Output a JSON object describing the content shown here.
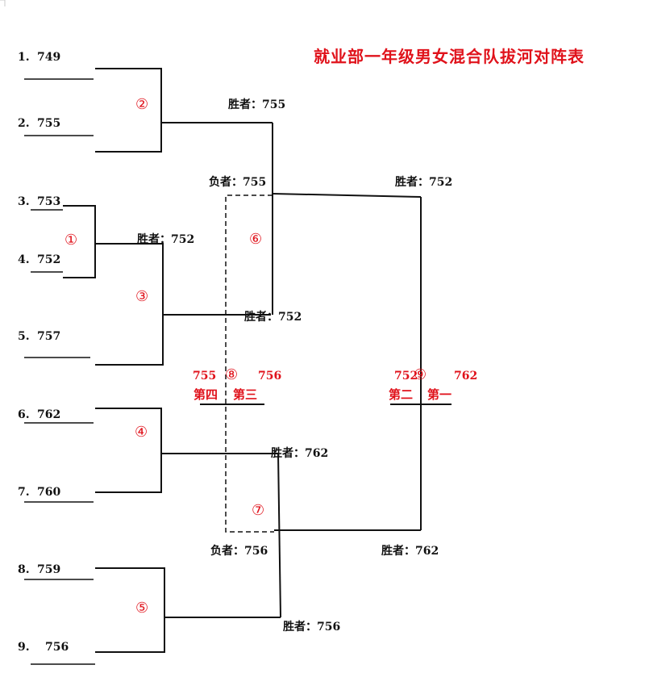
{
  "title": "就业部一年级男女混合队拔河对阵表",
  "teams": [
    {
      "seed": "1.",
      "name": "749"
    },
    {
      "seed": "2.",
      "name": "755"
    },
    {
      "seed": "3.",
      "name": "753"
    },
    {
      "seed": "4.",
      "name": "752"
    },
    {
      "seed": "5.",
      "name": "757"
    },
    {
      "seed": "6.",
      "name": "762"
    },
    {
      "seed": "7.",
      "name": "760"
    },
    {
      "seed": "8.",
      "name": "759"
    },
    {
      "seed": "9.",
      "name": "756"
    }
  ],
  "match_numbers": {
    "m1": "①",
    "m2": "②",
    "m3": "③",
    "m4": "④",
    "m5": "⑤",
    "m6": "⑥",
    "m7": "⑦",
    "m8": "⑧",
    "m9": "⑨"
  },
  "results": {
    "m2_winner": "胜者：755",
    "m6_loser": "负者：755",
    "m6_top_winner": "胜者：752",
    "m3_winner": "胜者：752",
    "m6_winner": "胜者：752",
    "m4_winner": "胜者：762",
    "m7_loser": "负者：756",
    "m7_winner": "胜者：762",
    "m5_winner": "胜者：756"
  },
  "final_third_place": {
    "left_team": "755",
    "right_team": "756",
    "left_rank": "第四",
    "right_rank": "第三"
  },
  "final_first_place": {
    "left_team": "752",
    "right_team": "762",
    "left_rank": "第二",
    "right_rank": "第一"
  },
  "colors": {
    "accent_red": "#e0121b",
    "line": "#111111"
  }
}
